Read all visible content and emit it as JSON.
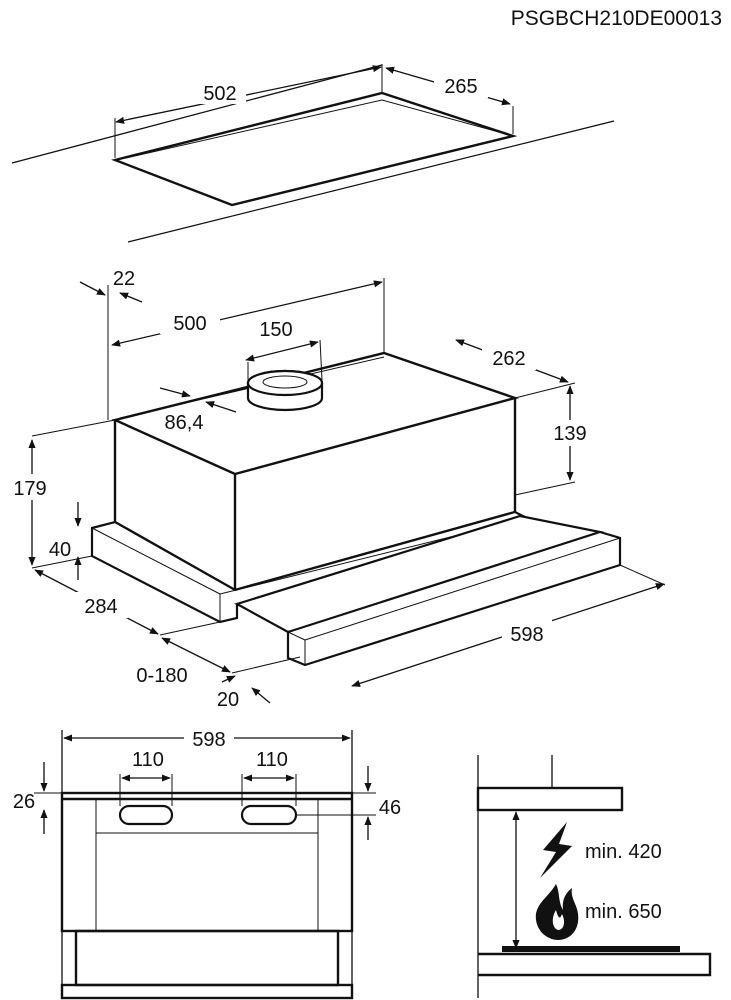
{
  "document_code": "PSGBCH210DE00013",
  "cutout": {
    "width": "502",
    "depth": "265"
  },
  "hood": {
    "side_offset": "22",
    "top_width": "500",
    "duct_diameter": "150",
    "duct_offset": "86,4",
    "top_depth": "262",
    "body_height": "139",
    "total_height": "179",
    "front_height": "40",
    "depth": "284",
    "extension": "0-180",
    "front_thickness": "20",
    "front_width": "598"
  },
  "front_view": {
    "width": "598",
    "hole_left": "110",
    "hole_right": "110",
    "top_left_height": "26",
    "top_right_height": "46"
  },
  "clearance": {
    "electric_label": "min. 420",
    "gas_label": "min. 650",
    "electric_icon": "lightning-icon",
    "gas_icon": "flame-icon"
  }
}
